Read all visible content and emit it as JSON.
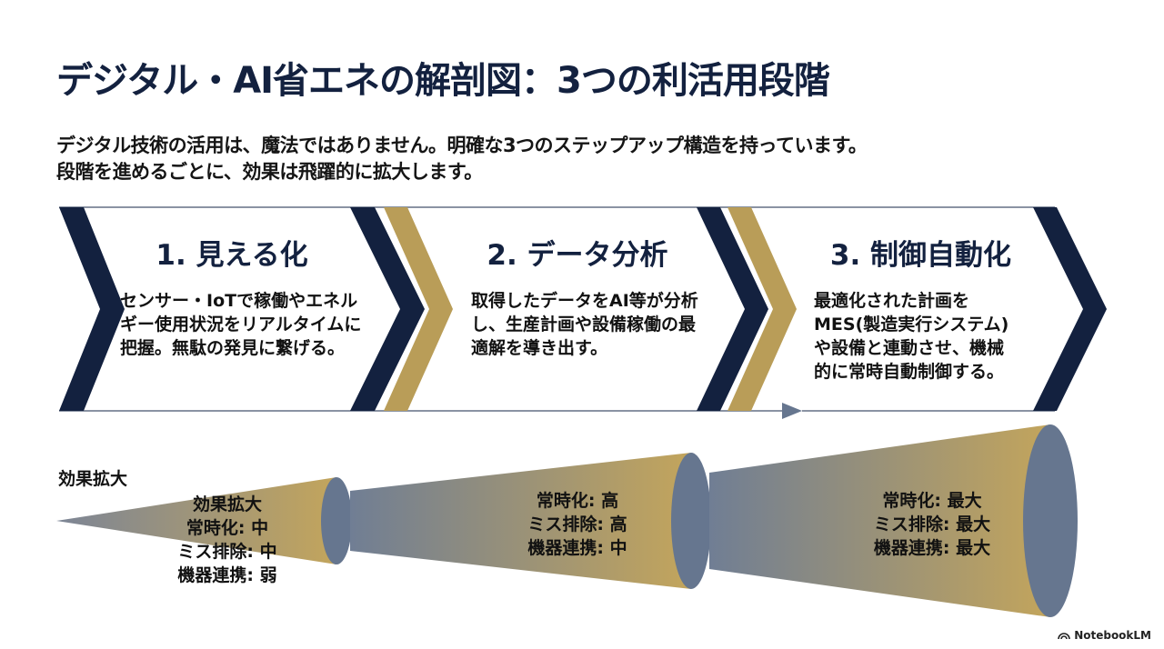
{
  "title": "デジタル・AI省エネの解剖図：3つの利活用段階",
  "subtitle": [
    "デジタル技術の活用は、魔法ではありません。明確な3つのステップアップ構造を持っています。",
    "段階を進めるごとに、効果は飛躍的に拡大します。"
  ],
  "steps": [
    {
      "title": "1. 見える化",
      "body": "センサー・IoTで稼働やエネルギー使用状況をリアルタイムに把握。無駄の発見に繋げる。"
    },
    {
      "title": "2. データ分析",
      "body": "取得したデータをAI等が分析し、生産計画や設備稼働の最適解を導き出す。"
    },
    {
      "title": "3. 制御自動化",
      "body": "最適化された計画をMES(製造実行システム)や設備と連動させ、機械的に常時自動制御する。"
    }
  ],
  "effect_axis_label": "効果拡大",
  "cones": [
    {
      "lines": [
        "効果拡大",
        "常時化: 中",
        "ミス排除: 中",
        "機器連携: 弱"
      ]
    },
    {
      "lines": [
        "常時化: 高",
        "ミス排除: 高",
        "機器連携: 中"
      ]
    },
    {
      "lines": [
        "常時化: 最大",
        "ミス排除: 最大",
        "機器連携: 最大"
      ]
    }
  ],
  "brand": "NotebookLM",
  "colors": {
    "navy": "#13213f",
    "gold": "#b99d58",
    "slate": "#66768f"
  }
}
